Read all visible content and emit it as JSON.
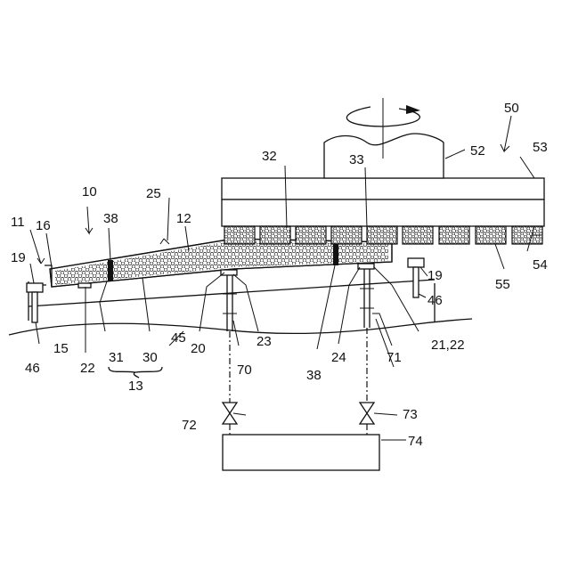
{
  "figure": {
    "labels": {
      "l10": "10",
      "l11": "11",
      "l12": "12",
      "l13": "13",
      "l15": "15",
      "l16": "16",
      "l19a": "19",
      "l19b": "19",
      "l20": "20",
      "l22": "22",
      "l23": "23",
      "l24": "24",
      "l25": "25",
      "l30": "30",
      "l31": "31",
      "l32": "32",
      "l33": "33",
      "l38a": "38",
      "l38b": "38",
      "l45": "45",
      "l46a": "46",
      "l46b": "46",
      "l50": "50",
      "l52": "52",
      "l53": "53",
      "l54": "54",
      "l55": "55",
      "l70": "70",
      "l71": "71",
      "l72": "72",
      "l73": "73",
      "l74": "74",
      "l2122": "21,22"
    }
  }
}
